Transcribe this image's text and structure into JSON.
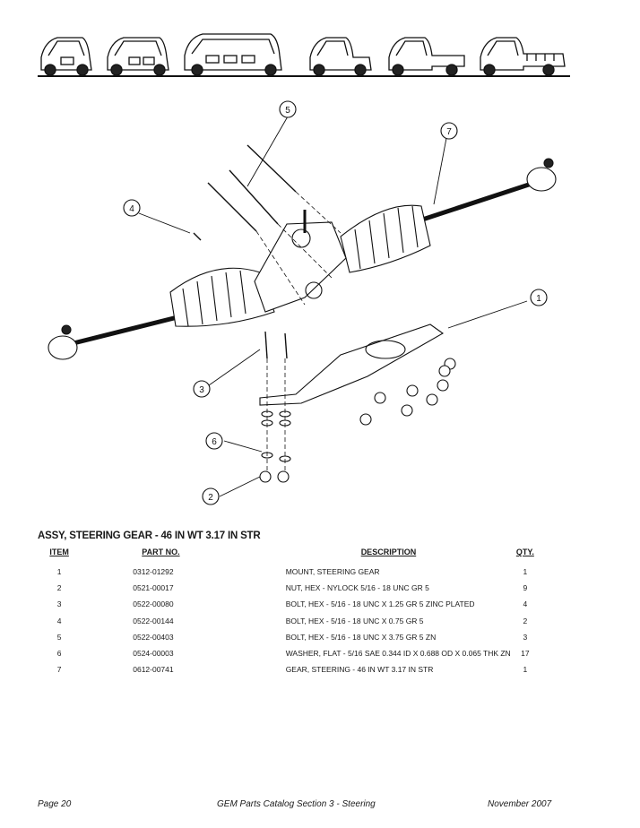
{
  "header": {
    "vehicle_icons": [
      "vehicle-2-seat-icon",
      "vehicle-4-seat-icon",
      "vehicle-6-seat-icon",
      "vehicle-short-bed-icon",
      "vehicle-flatbed-icon",
      "vehicle-long-bed-icon"
    ]
  },
  "diagram": {
    "callouts": [
      "5",
      "7",
      "4",
      "1",
      "3",
      "6",
      "2"
    ]
  },
  "assembly": {
    "title": "ASSY, STEERING GEAR - 46 IN WT 3.17 IN STR",
    "columns": {
      "item": "ITEM",
      "part_no": "PART NO.",
      "description": "DESCRIPTION",
      "qty": "QTY."
    },
    "rows": [
      {
        "item": "1",
        "part_no": "0312-01292",
        "description": "MOUNT, STEERING GEAR",
        "qty": "1"
      },
      {
        "item": "2",
        "part_no": "0521-00017",
        "description": "NUT, HEX - NYLOCK 5/16 - 18 UNC GR 5",
        "qty": "9"
      },
      {
        "item": "3",
        "part_no": "0522-00080",
        "description": "BOLT, HEX - 5/16 - 18 UNC X 1.25 GR 5 ZINC PLATED",
        "qty": "4"
      },
      {
        "item": "4",
        "part_no": "0522-00144",
        "description": "BOLT, HEX - 5/16 - 18 UNC X 0.75 GR 5",
        "qty": "2"
      },
      {
        "item": "5",
        "part_no": "0522-00403",
        "description": "BOLT, HEX - 5/16 - 18 UNC X 3.75 GR 5 ZN",
        "qty": "3"
      },
      {
        "item": "6",
        "part_no": "0524-00003",
        "description": "WASHER, FLAT - 5/16 SAE 0.344 ID X 0.688 OD X 0.065 THK ZN",
        "qty": "17"
      },
      {
        "item": "7",
        "part_no": "0612-00741",
        "description": "GEAR, STEERING - 46 IN WT 3.17 IN STR",
        "qty": "1"
      }
    ]
  },
  "footer": {
    "page": "Page 20",
    "catalog": "GEM Parts Catalog Section 3 - Steering",
    "date": "November  2007"
  }
}
